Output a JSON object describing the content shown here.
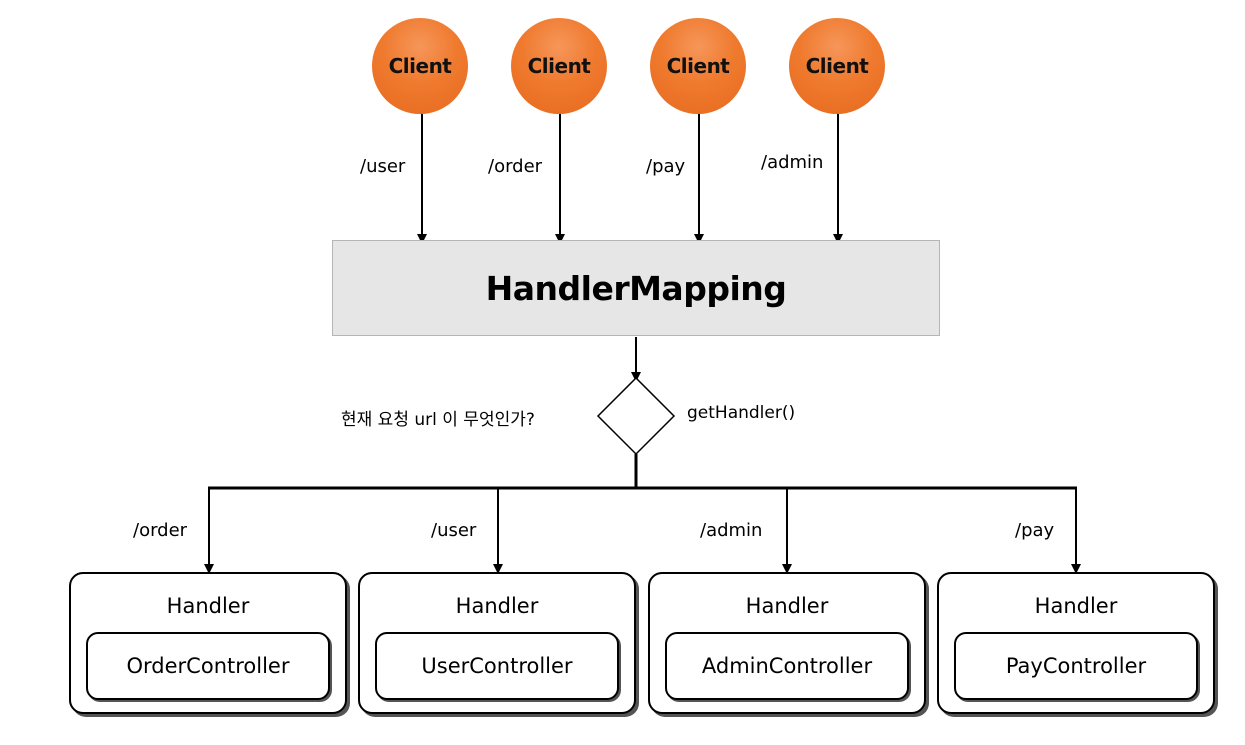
{
  "clients": [
    {
      "label": "Client",
      "path": "/user"
    },
    {
      "label": "Client",
      "path": "/order"
    },
    {
      "label": "Client",
      "path": "/pay"
    },
    {
      "label": "Client",
      "path": "/admin"
    }
  ],
  "mapping": {
    "title": "HandlerMapping",
    "question": "현재 요청 url 이 무엇인가?",
    "method": "getHandler()"
  },
  "handlers": [
    {
      "path": "/order",
      "title": "Handler",
      "controller": "OrderController"
    },
    {
      "path": "/user",
      "title": "Handler",
      "controller": "UserController"
    },
    {
      "path": "/admin",
      "title": "Handler",
      "controller": "AdminController"
    },
    {
      "path": "/pay",
      "title": "Handler",
      "controller": "PayController"
    }
  ],
  "colors": {
    "client_fill": "#ef7a2e",
    "mapping_fill": "#e6e6e6",
    "line": "#000000"
  }
}
